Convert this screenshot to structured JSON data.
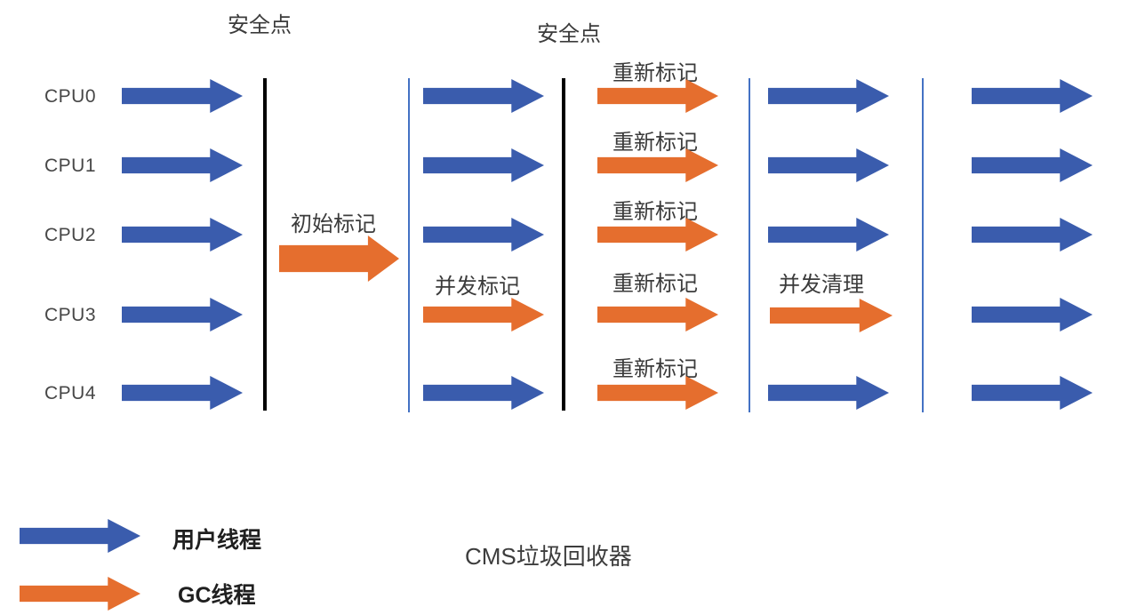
{
  "diagram_title": "CMS垃圾回收器",
  "safepoints": [
    {
      "label": "安全点"
    },
    {
      "label": "安全点"
    }
  ],
  "phases": {
    "initial_mark": "初始标记",
    "concurrent_mark": "并发标记",
    "remark": "重新标记",
    "concurrent_sweep": "并发清理"
  },
  "cpus": [
    {
      "label": "CPU0"
    },
    {
      "label": "CPU1"
    },
    {
      "label": "CPU2"
    },
    {
      "label": "CPU3"
    },
    {
      "label": "CPU4"
    }
  ],
  "legend": {
    "user_thread": "用户线程",
    "gc_thread": "GC线程"
  },
  "colors": {
    "user_thread": "#3a5cad",
    "gc_thread": "#e56e2e",
    "safepoint_line": "#000000",
    "phase_divider": "#4472c4"
  }
}
